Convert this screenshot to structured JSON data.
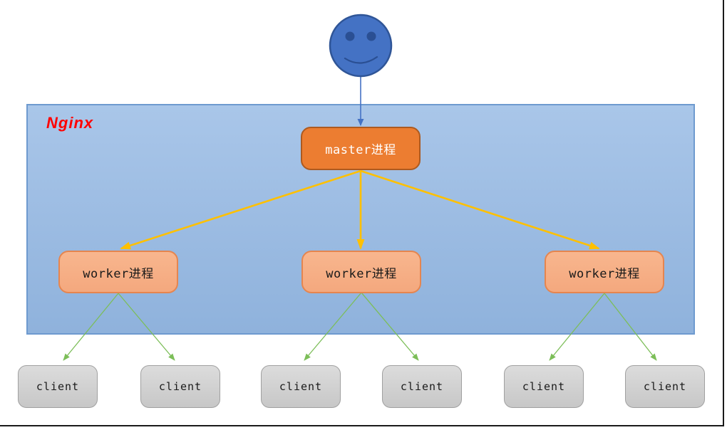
{
  "diagram": {
    "container_label": "Nginx",
    "master": {
      "label": "master进程"
    },
    "workers": [
      {
        "label": "worker进程"
      },
      {
        "label": "worker进程"
      },
      {
        "label": "worker进程"
      }
    ],
    "clients": [
      {
        "label": "client"
      },
      {
        "label": "client"
      },
      {
        "label": "client"
      },
      {
        "label": "client"
      },
      {
        "label": "client"
      },
      {
        "label": "client"
      }
    ],
    "edges": [
      {
        "from": "user",
        "to": "master",
        "style": "blue-arrow"
      },
      {
        "from": "master",
        "to": "worker-1",
        "style": "gold-arrow"
      },
      {
        "from": "master",
        "to": "worker-2",
        "style": "gold-arrow"
      },
      {
        "from": "master",
        "to": "worker-3",
        "style": "gold-arrow"
      },
      {
        "from": "worker-1",
        "to": "client-1",
        "style": "green-arrow"
      },
      {
        "from": "worker-1",
        "to": "client-2",
        "style": "green-arrow"
      },
      {
        "from": "worker-2",
        "to": "client-3",
        "style": "green-arrow"
      },
      {
        "from": "worker-2",
        "to": "client-4",
        "style": "green-arrow"
      },
      {
        "from": "worker-3",
        "to": "client-5",
        "style": "green-arrow"
      },
      {
        "from": "worker-3",
        "to": "client-6",
        "style": "green-arrow"
      }
    ],
    "colors": {
      "container_border": "#6E9ACF",
      "container_fill_top": "#A9C6E9",
      "container_fill_bottom": "#8FB2DC",
      "container_label_color": "#FF0000",
      "master_fill": "#EC7D31",
      "master_border": "#AD5A20",
      "master_text": "#FFFFFF",
      "worker_fill": "#F4A87E",
      "worker_border": "#E5854F",
      "worker_text": "#1A1A1A",
      "client_fill_top": "#DCDCDC",
      "client_fill_bottom": "#C7C7C7",
      "client_border": "#A0A0A0",
      "client_text": "#1A1A1A",
      "arrow_blue": "#4472C4",
      "arrow_gold": "#FFC000",
      "arrow_green": "#7CBE58",
      "smiley_fill": "#4472C4",
      "smiley_stroke": "#2F5597",
      "smiley_feature": "#2A4F93",
      "page_border": "#1A1A1A"
    }
  }
}
